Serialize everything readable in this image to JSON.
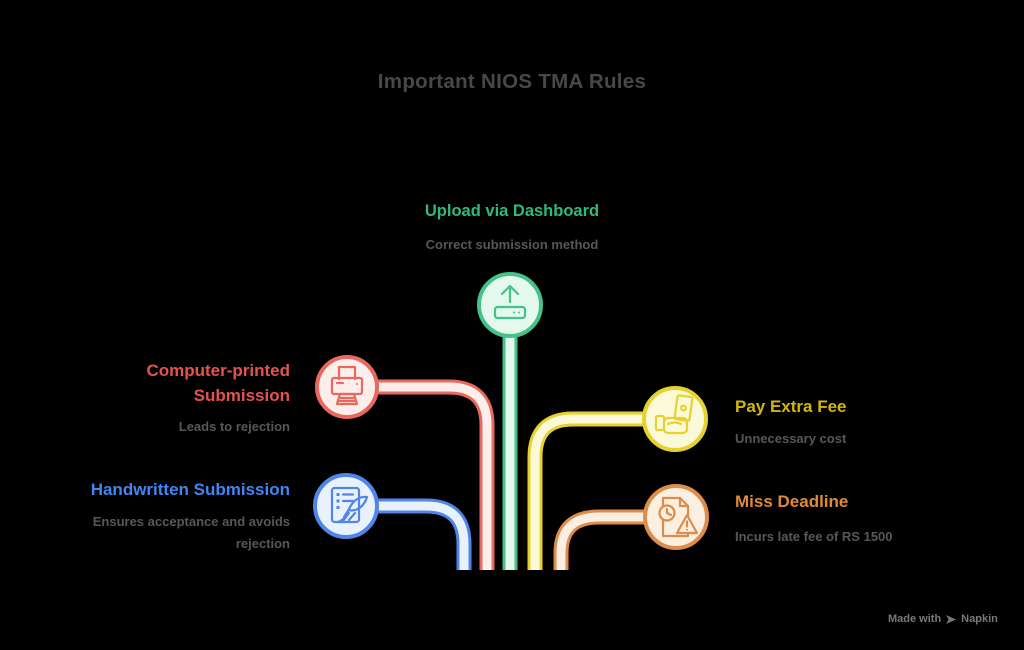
{
  "title": "Important NIOS TMA Rules",
  "nodes": {
    "upload": {
      "label": "Upload via Dashboard",
      "description": "Correct submission method",
      "icon": "upload-icon"
    },
    "printed": {
      "label": "Computer-printed Submission",
      "description": "Leads to rejection",
      "icon": "printer-icon"
    },
    "handwritten": {
      "label": "Handwritten Submission",
      "description": "Ensures acceptance and avoids rejection",
      "icon": "writing-hand-icon"
    },
    "fee": {
      "label": "Pay Extra Fee",
      "description": "Unnecessary cost",
      "icon": "money-hand-icon"
    },
    "deadline": {
      "label": "Miss Deadline",
      "description": "Incurs late fee of RS 1500",
      "icon": "document-warning-icon"
    }
  },
  "watermark": {
    "text": "Made with",
    "brand": "Napkin",
    "icon": "napkin-logo-icon"
  },
  "colors": {
    "background": "#000000",
    "title_text": "#46494b",
    "muted_text": "#54585a",
    "green": "#45c28a",
    "green_light": "#e5f8ee",
    "green_text": "#2fba7c",
    "red": "#e9685f",
    "red_light": "#fceeeb",
    "red_text": "#e4534e",
    "blue": "#4f86e8",
    "blue_light": "#e9f1fd",
    "blue_text": "#4285f4",
    "yellow": "#e6d22e",
    "yellow_light": "#fcf9d9",
    "yellow_text": "#d4b70c",
    "orange": "#dd8c4a",
    "orange_light": "#faefe1",
    "orange_text": "#e08a38",
    "watermark_text": "#75797c"
  }
}
